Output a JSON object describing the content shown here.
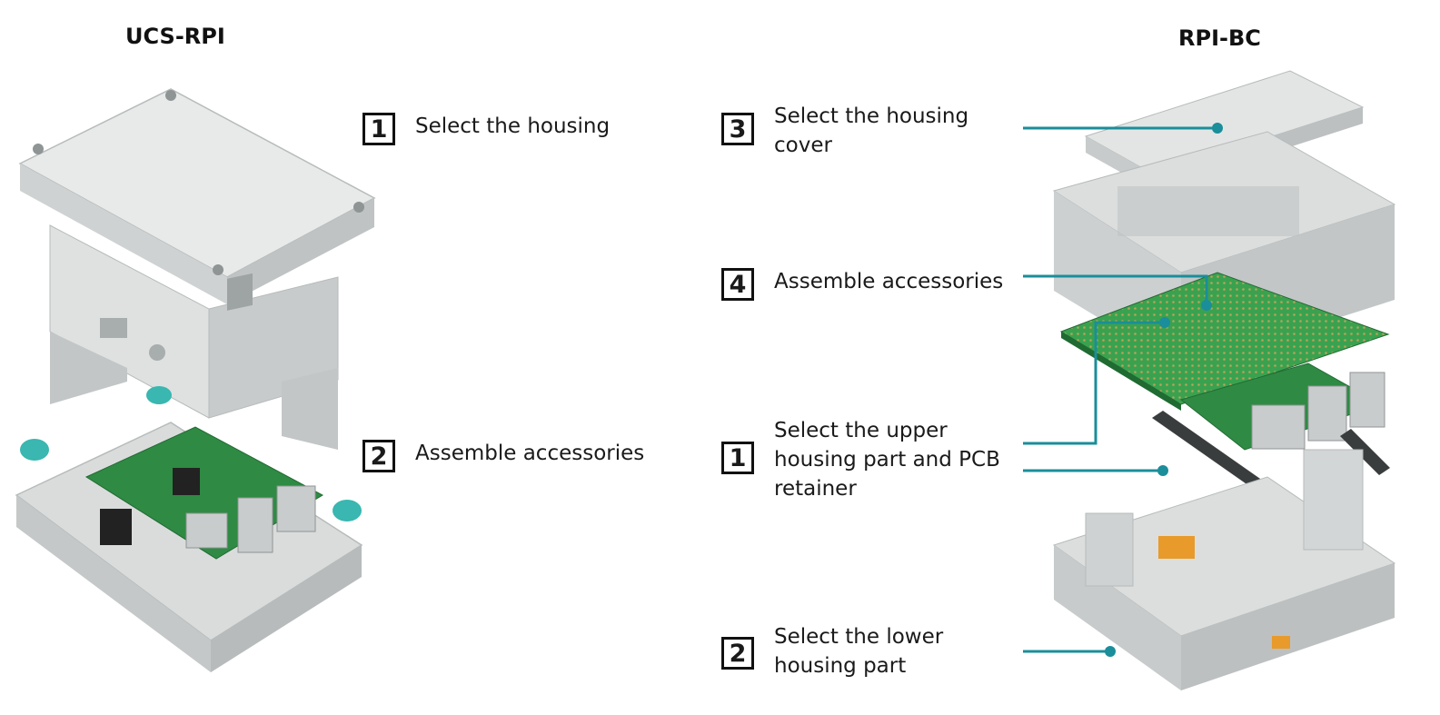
{
  "left": {
    "title": "UCS-RPI",
    "steps": [
      {
        "number": "1",
        "label": "Select the housing"
      },
      {
        "number": "2",
        "label": "Assemble accessories"
      }
    ]
  },
  "right": {
    "title": "RPI-BC",
    "steps": [
      {
        "number": "3",
        "line1": "Select the housing",
        "line2": "cover"
      },
      {
        "number": "4",
        "line1": "Assemble accessories"
      },
      {
        "number": "1",
        "line1": "Select the upper",
        "line2": "housing part and PCB",
        "line3": "retainer"
      },
      {
        "number": "2",
        "line1": "Select the lower",
        "line2": "housing part"
      }
    ]
  },
  "colors": {
    "leader": "#1a8e9a",
    "housing": "#dcdedd",
    "pcb_green": "#2f9a4a",
    "retainer": "#39b7b0",
    "connector": "#c9cccd"
  }
}
